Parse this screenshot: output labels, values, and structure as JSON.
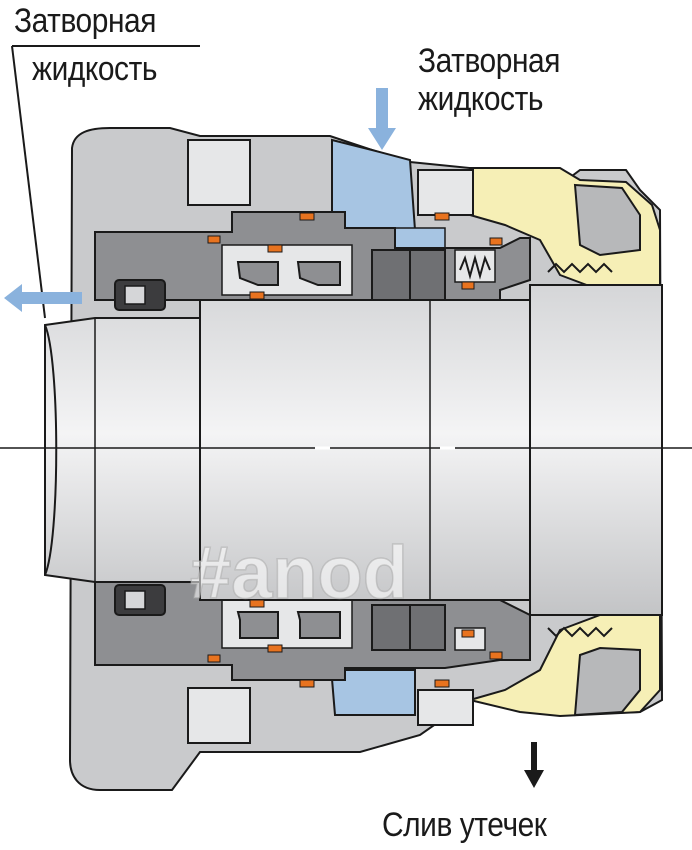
{
  "labels": {
    "barrier_fluid_left_line1": "Затворная",
    "barrier_fluid_left_line2": "жидкость",
    "barrier_fluid_right_line1": "Затворная",
    "barrier_fluid_right_line2": "жидкость",
    "leakage_drain": "Слив утечек"
  },
  "watermark": "#anod",
  "colors": {
    "housing_gray": "#c9cacc",
    "dark_gray": "#8e8f92",
    "light_gray": "#e6e7e8",
    "barrier_blue": "#a7c5e3",
    "gland_yellow": "#f6efb6",
    "oring_orange": "#e8731f",
    "outline": "#1a1a1a",
    "arrow_blue": "#8ab2dd"
  }
}
